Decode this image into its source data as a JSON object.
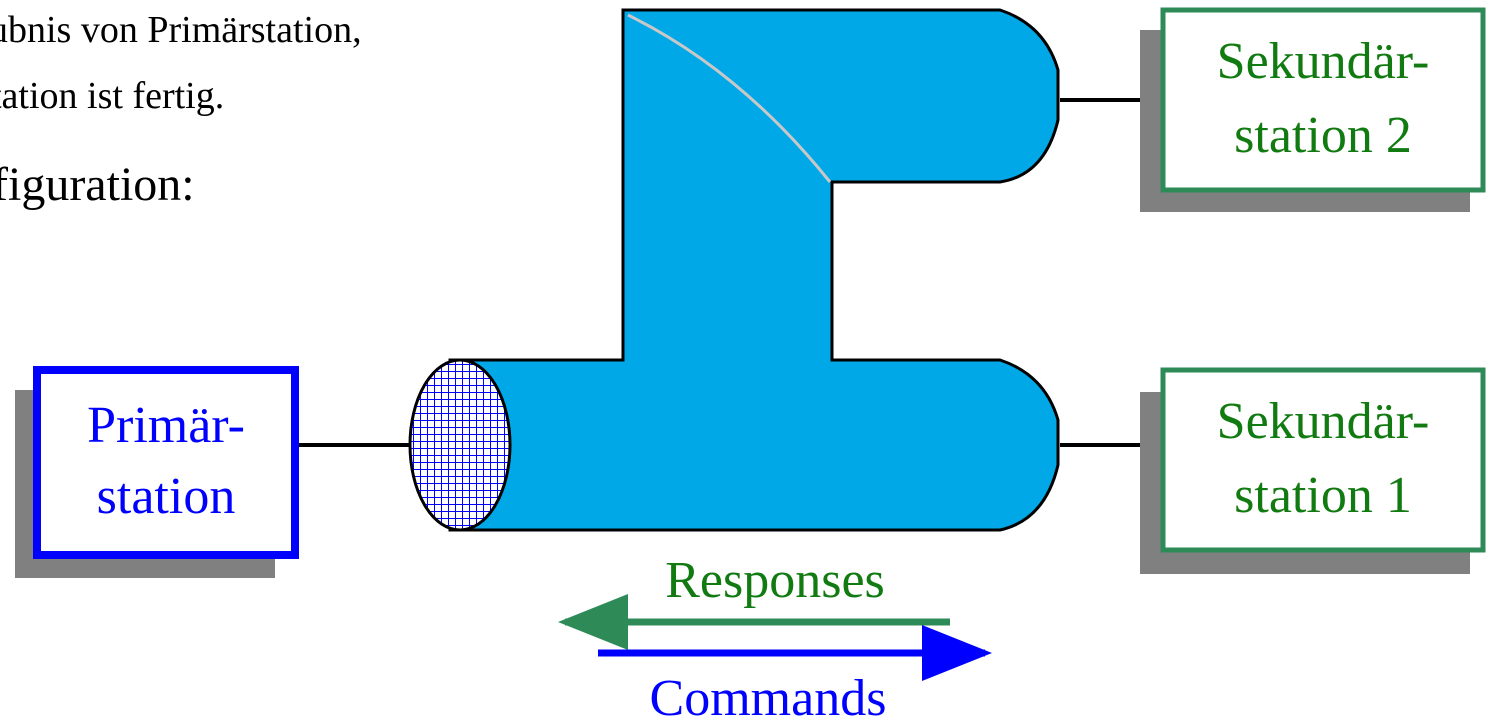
{
  "text": {
    "line1": "ubnis von Primärstation,",
    "line2": "tation ist fertig.",
    "line3": "figuration:"
  },
  "stations": {
    "primary": {
      "line1": "Primär-",
      "line2": "station"
    },
    "secondary2": {
      "line1": "Sekundär-",
      "line2": "station 2"
    },
    "secondary1": {
      "line1": "Sekundär-",
      "line2": "station 1"
    }
  },
  "arrows": {
    "responses": "Responses",
    "commands": "Commands"
  },
  "colors": {
    "pipe": "#00a8e8",
    "primary": "#0000ff",
    "secondary": "#2e8b57",
    "secondary_text": "#117a11",
    "responses": "#2e8b57",
    "commands": "#0000ff",
    "shadow": "#808080"
  }
}
